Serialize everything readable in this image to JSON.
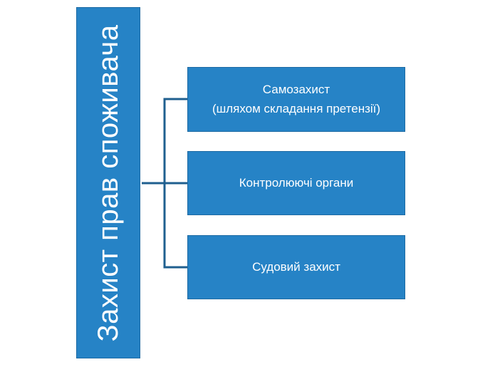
{
  "diagram": {
    "root": {
      "label": "Захист прав споживача"
    },
    "children": [
      {
        "line1": "Самозахист",
        "line2": "(шляхом складання претензії)"
      },
      {
        "line1": "Контролюючі органи"
      },
      {
        "line1": "Судовий захист"
      }
    ],
    "colors": {
      "box_fill": "#2683c6",
      "box_border": "#1d6aa3",
      "connector": "#1f5f8f",
      "text": "#ffffff"
    }
  }
}
